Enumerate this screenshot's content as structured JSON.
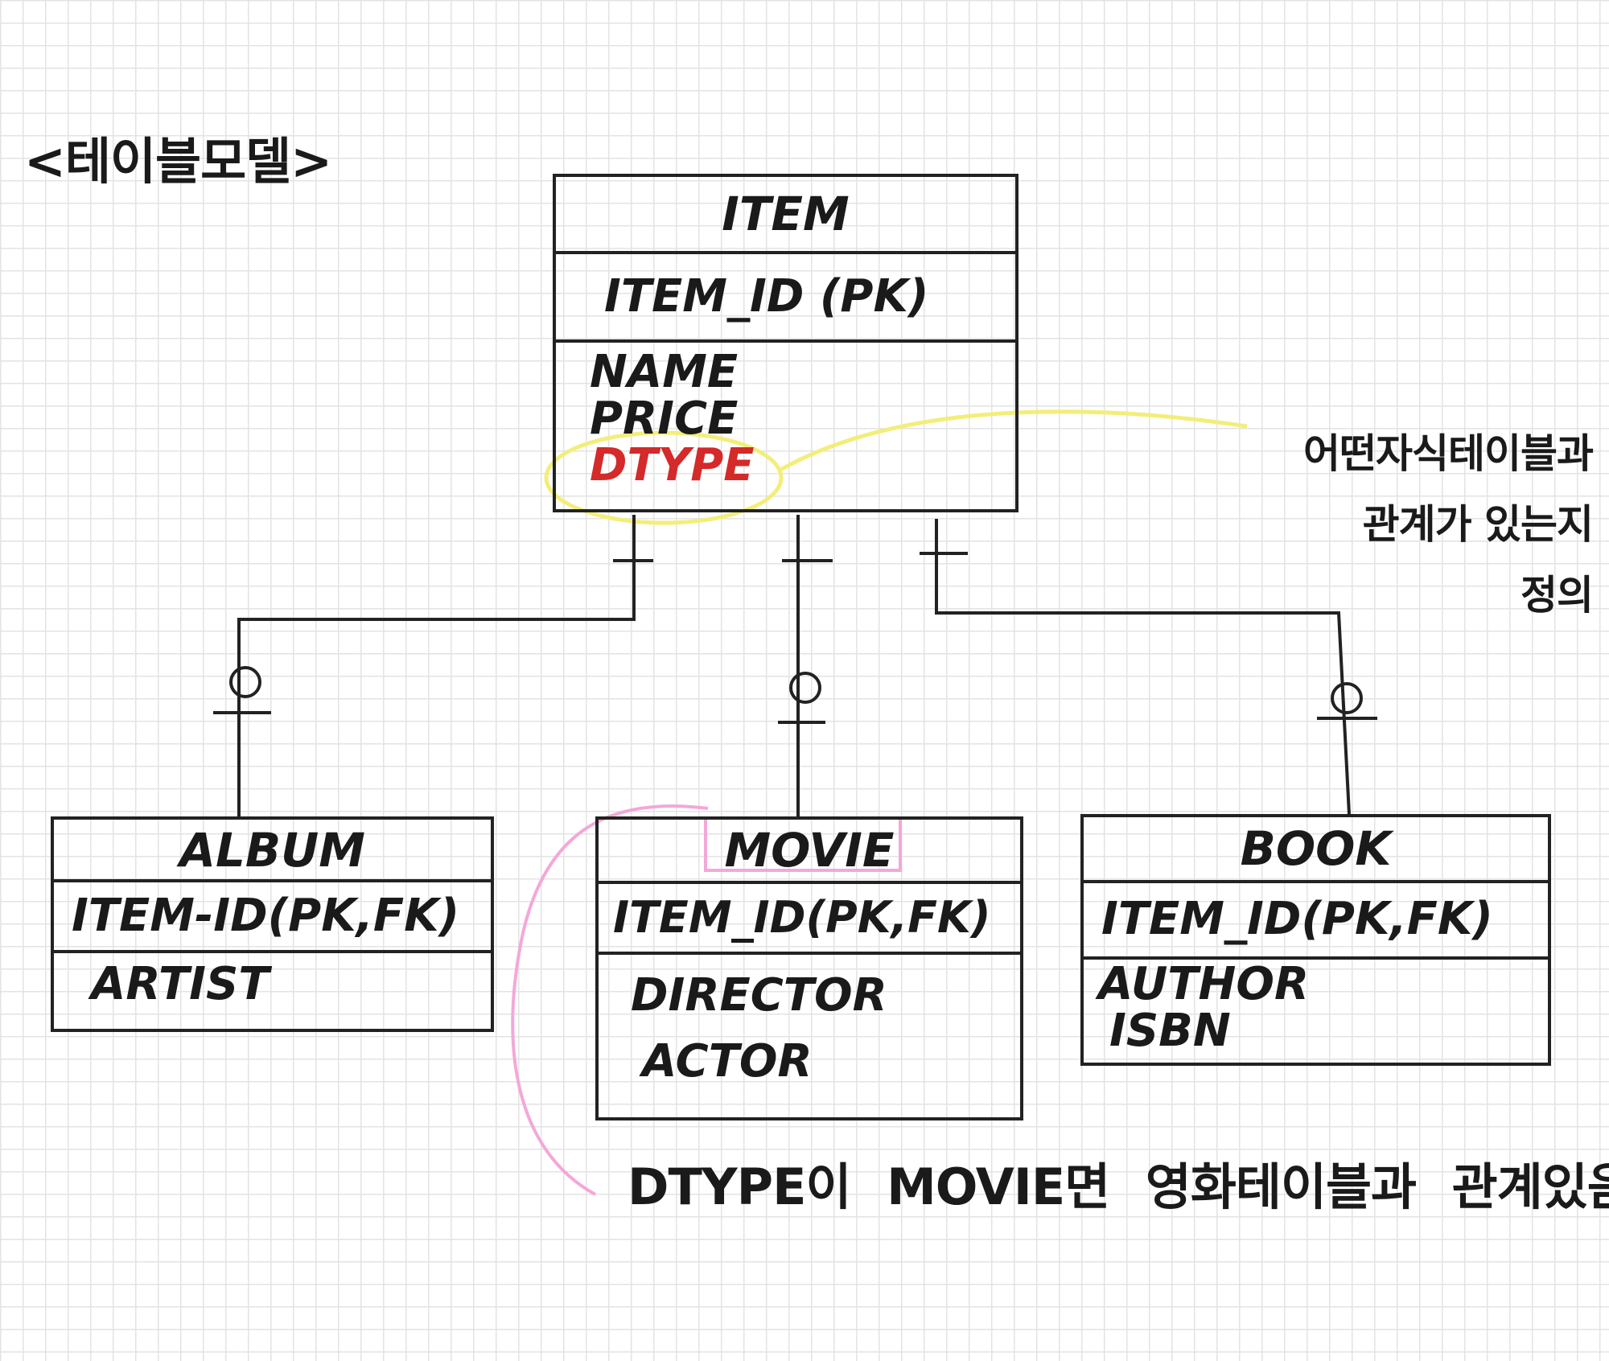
{
  "title": "<테이블모델>",
  "entities": {
    "item": {
      "name": "ITEM",
      "pk": "ITEM_ID (PK)",
      "attrs": [
        "NAME",
        "PRICE",
        "DTYPE"
      ]
    },
    "album": {
      "name": "ALBUM",
      "pk": "ITEM-ID(PK,FK)",
      "attrs": [
        "ARTIST"
      ]
    },
    "movie": {
      "name": "MOVIE",
      "pk": "ITEM_ID(PK,FK)",
      "attrs": [
        "DIRECTOR",
        "ACTOR"
      ]
    },
    "book": {
      "name": "BOOK",
      "pk": "ITEM_ID(PK,FK)",
      "attrs": [
        "AUTHOR",
        "ISBN"
      ]
    }
  },
  "notes": {
    "dtype_note": [
      "어떤자식테이블과",
      "관계가 있는지",
      "정의"
    ],
    "movie_note": "DTYPE이 MOVIE면 영화테이블과 관계있음"
  },
  "colors": {
    "ink": "#1a1a1a",
    "dtype_red": "#d42a2a",
    "highlight_yellow": "#f3ee7a",
    "highlight_pink": "#f3a8d8"
  }
}
